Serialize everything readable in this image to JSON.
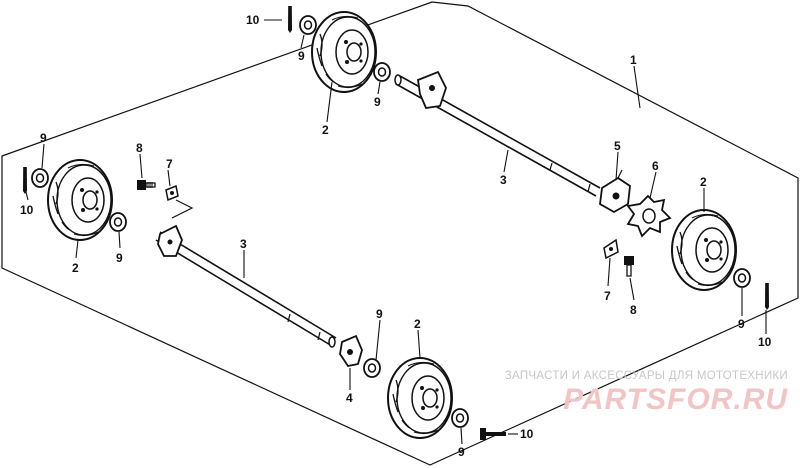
{
  "labels": {
    "frame_ref": "1",
    "wheel_ref": "2",
    "axle_ref": "3",
    "bracket_ref": "4",
    "collar_ref": "5",
    "ratchet_ref": "6",
    "plate_ref": "7",
    "bolt_ref": "8",
    "washer_ref": "9",
    "pin_ref": "10"
  },
  "watermark": {
    "caption": "ЗАПЧАСТИ И АКСЕССУАРЫ ДЛЯ МОТОТЕХНИКИ",
    "logo": "PARTSFOR.RU"
  }
}
